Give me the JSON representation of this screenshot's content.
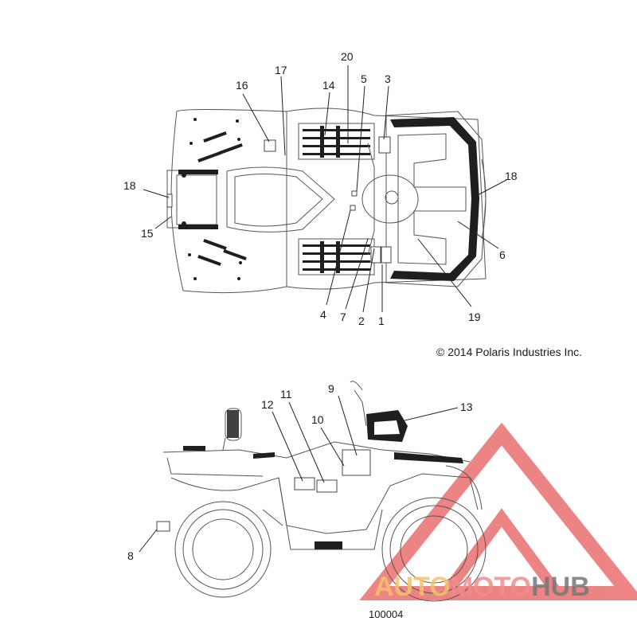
{
  "callouts_top": [
    "20",
    "17",
    "16",
    "14",
    "5",
    "3",
    "18",
    "18",
    "15",
    "6",
    "4",
    "7",
    "2",
    "1",
    "19"
  ],
  "callouts_bottom": [
    "9",
    "11",
    "12",
    "10",
    "13",
    "8"
  ],
  "copyright": "© 2014 Polaris Industries Inc.",
  "figure_number": "100004",
  "watermark": {
    "part1": "AUTO",
    "part2": "MOTO",
    "part3": "HUB"
  },
  "colors": {
    "watermark_red": "#e85c5c",
    "watermark_yellow": "#f4c46a",
    "watermark_gray": "#777777"
  }
}
